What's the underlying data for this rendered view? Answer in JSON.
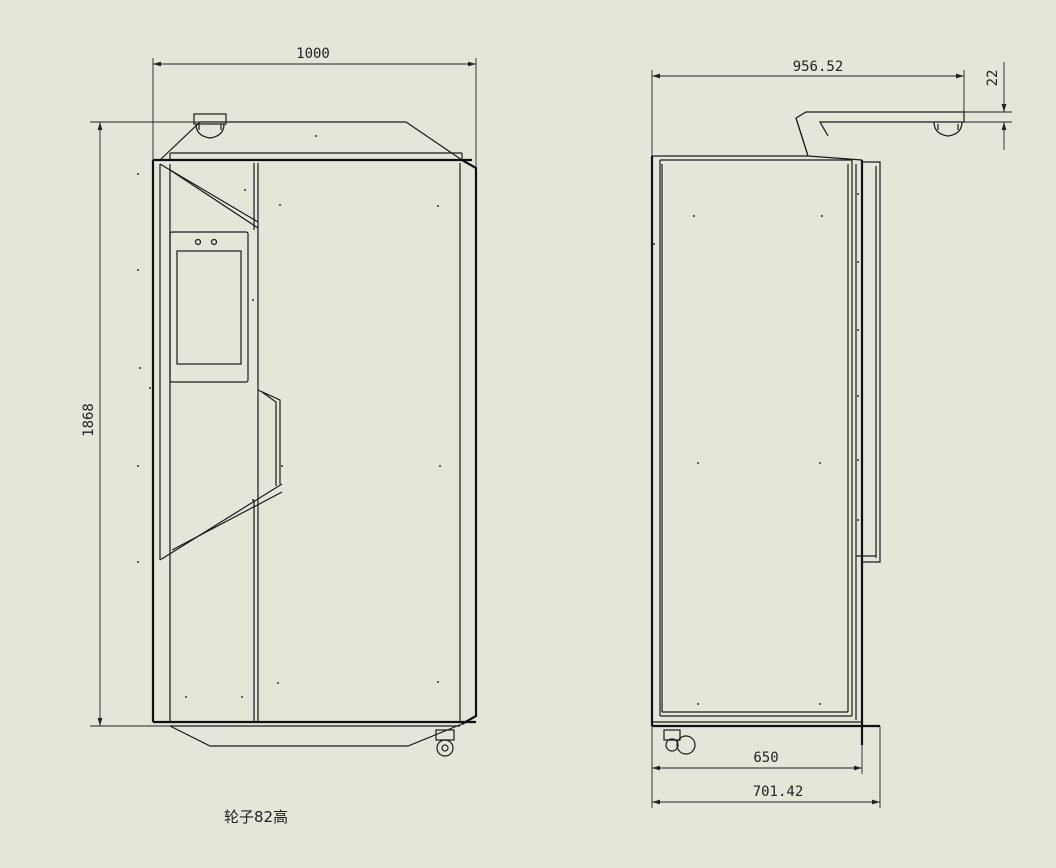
{
  "front_view": {
    "width_dim": "1000",
    "height_dim": "1868"
  },
  "side_view": {
    "top_dim": "956.52",
    "offset_dim": "22",
    "bottom_inner_dim": "650",
    "bottom_outer_dim": "701.42"
  },
  "note": "轮子82高",
  "colors": {
    "background": "#e6e5da",
    "line": "#1a1a1a"
  }
}
